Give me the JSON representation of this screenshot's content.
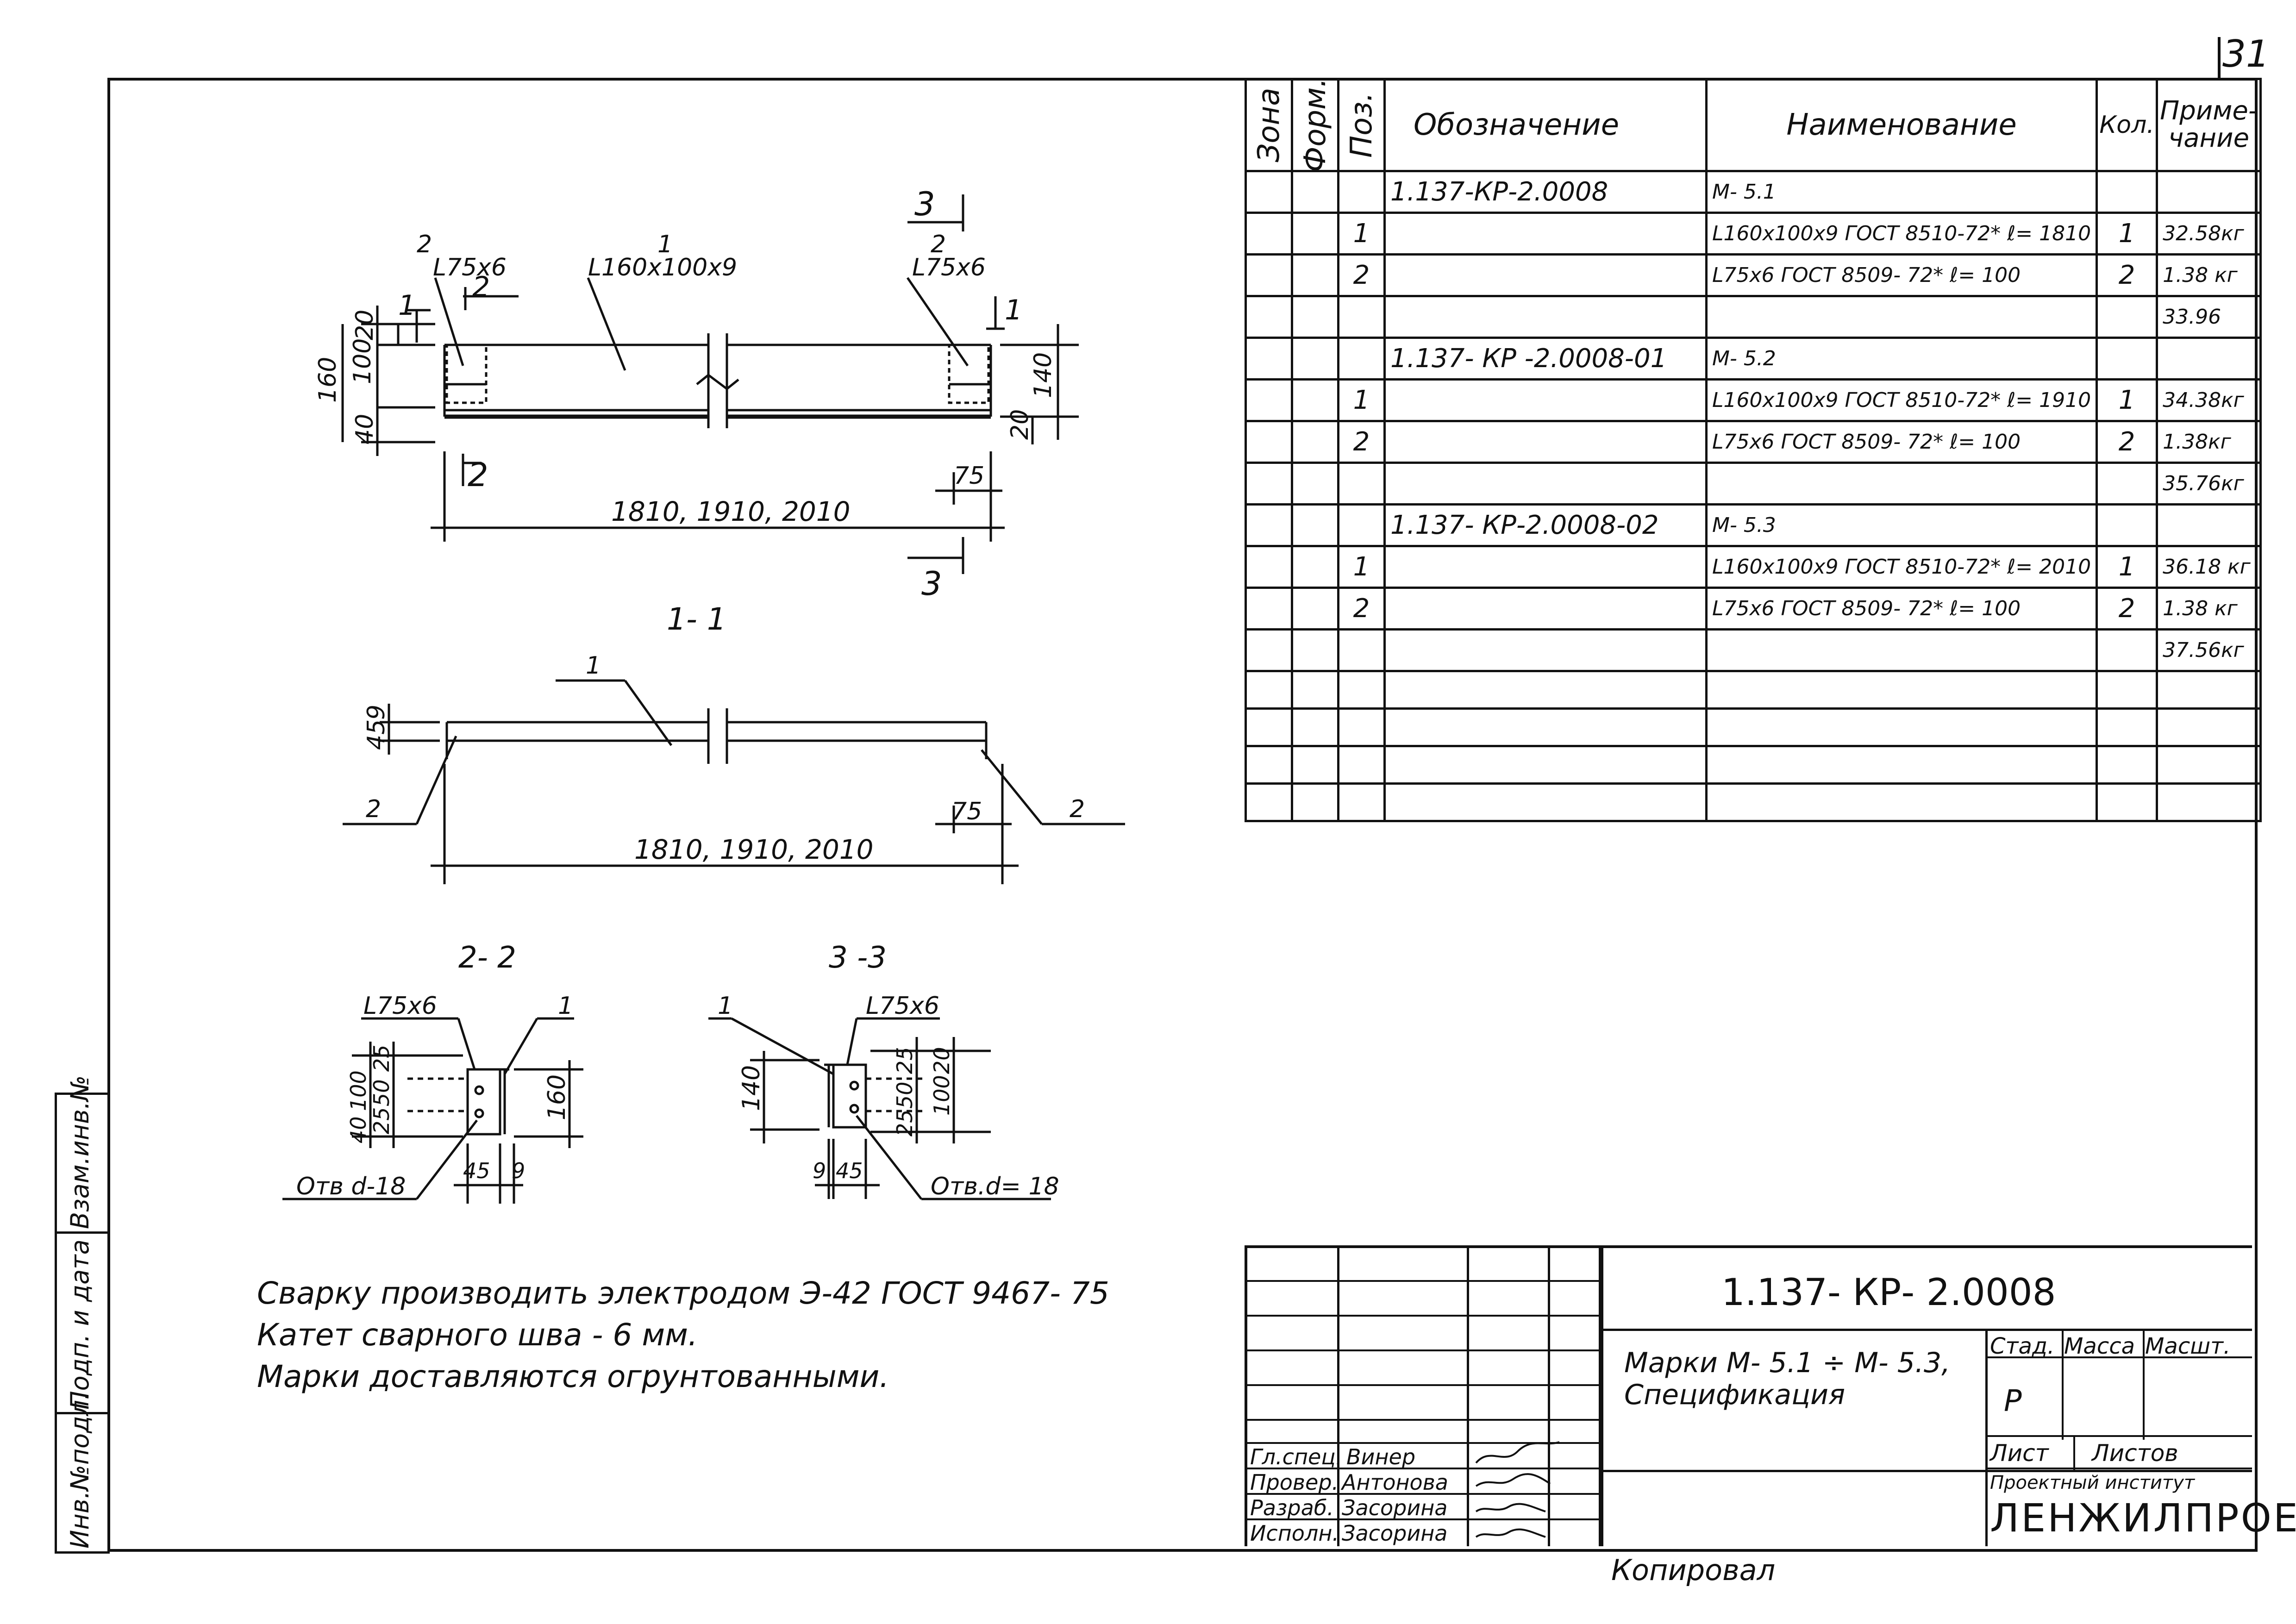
{
  "sheet_number": "31",
  "copied_label": "Копировал",
  "side_strip": [
    "Взам.инв.№",
    "Подп. и дата",
    "Инв.№подл."
  ],
  "spec": {
    "headers": {
      "zone": "Зона",
      "format": "Форм.",
      "pos": "Поз.",
      "designation": "Обозначение",
      "name": "Наименование",
      "qty": "Кол.",
      "note": "Приме-\nчание"
    },
    "rows": [
      {
        "pos": "",
        "designation": "1.137-КР-2.0008",
        "name": "М- 5.1",
        "qty": "",
        "note": ""
      },
      {
        "pos": "1",
        "designation": "",
        "name": "L160x100x9 ГОСТ 8510-72* ℓ= 1810",
        "qty": "1",
        "note": "32.58кг"
      },
      {
        "pos": "2",
        "designation": "",
        "name": "L75x6 ГОСТ 8509- 72* ℓ= 100",
        "qty": "2",
        "note": "1.38 кг"
      },
      {
        "pos": "",
        "designation": "",
        "name": "",
        "qty": "",
        "note": "33.96"
      },
      {
        "pos": "",
        "designation": "1.137- КР -2.0008-01",
        "name": "М- 5.2",
        "qty": "",
        "note": ""
      },
      {
        "pos": "1",
        "designation": "",
        "name": "L160x100x9 ГОСТ 8510-72* ℓ= 1910",
        "qty": "1",
        "note": "34.38кг"
      },
      {
        "pos": "2",
        "designation": "",
        "name": "L75x6 ГОСТ 8509- 72* ℓ= 100",
        "qty": "2",
        "note": "1.38кг"
      },
      {
        "pos": "",
        "designation": "",
        "name": "",
        "qty": "",
        "note": "35.76кг"
      },
      {
        "pos": "",
        "designation": "1.137- КР-2.0008-02",
        "name": "М- 5.3",
        "qty": "",
        "note": ""
      },
      {
        "pos": "1",
        "designation": "",
        "name": "L160x100x9 ГОСТ 8510-72* ℓ= 2010",
        "qty": "1",
        "note": "36.18 кг"
      },
      {
        "pos": "2",
        "designation": "",
        "name": "L75x6 ГОСТ 8509- 72* ℓ= 100",
        "qty": "2",
        "note": "1.38 кг"
      },
      {
        "pos": "",
        "designation": "",
        "name": "",
        "qty": "",
        "note": "37.56кг"
      }
    ]
  },
  "drawing": {
    "main_view": {
      "angle_main": "L160x100x9",
      "angle_short": "L75x6",
      "pos_1": "1",
      "pos_2": "2",
      "cut_1": "1",
      "cut_2": "2",
      "cut_3": "3",
      "dim_length": "1810, 1910, 2010",
      "dim_160": "160",
      "dim_100": "100",
      "dim_20": "20",
      "dim_40": "40",
      "dim_140": "140",
      "dim_75": "75"
    },
    "section_1_1": {
      "title": "1- 1",
      "pos_1": "1",
      "pos_2": "2",
      "dim_45": "45",
      "dim_9": "9",
      "dim_75": "75",
      "dim_length": "1810, 1910, 2010"
    },
    "section_2_2": {
      "title": "2- 2",
      "angle": "L75x6",
      "pos_1": "1",
      "hole": "Отв d-18",
      "dims": [
        "40",
        "100",
        "25",
        "50",
        "25",
        "160",
        "45",
        "9"
      ]
    },
    "section_3_3": {
      "title": "3 -3",
      "angle": "L75x6",
      "pos_1": "1",
      "hole": "Отв.d= 18",
      "dims": [
        "140",
        "25",
        "50",
        "25",
        "20",
        "100",
        "9",
        "45"
      ]
    }
  },
  "notes": [
    "Сварку производить электродом Э-42 ГОСТ 9467- 75",
    "Катет сварного шва - 6 мм.",
    "Марки доставляются огрунтованными."
  ],
  "title_block": {
    "doc_code": "1.137- КР- 2.0008",
    "title": "Марки М- 5.1 ÷ М- 5.3,\nСпецификация",
    "stage_label": "Стад.",
    "mass_label": "Масса",
    "scale_label": "Масшт.",
    "stage_value": "Р",
    "sheet_label": "Лист",
    "sheets_label": "Листов",
    "institute_line1": "Проектный институт",
    "institute_line2": "ЛЕНЖИЛПРОЕКТ",
    "people": [
      {
        "role": "Гл.спец.",
        "name": "Винер"
      },
      {
        "role": "Провер.",
        "name": "Антонова"
      },
      {
        "role": "Разраб.",
        "name": "Засорина"
      },
      {
        "role": "Исполн.",
        "name": "Засорина"
      }
    ]
  }
}
